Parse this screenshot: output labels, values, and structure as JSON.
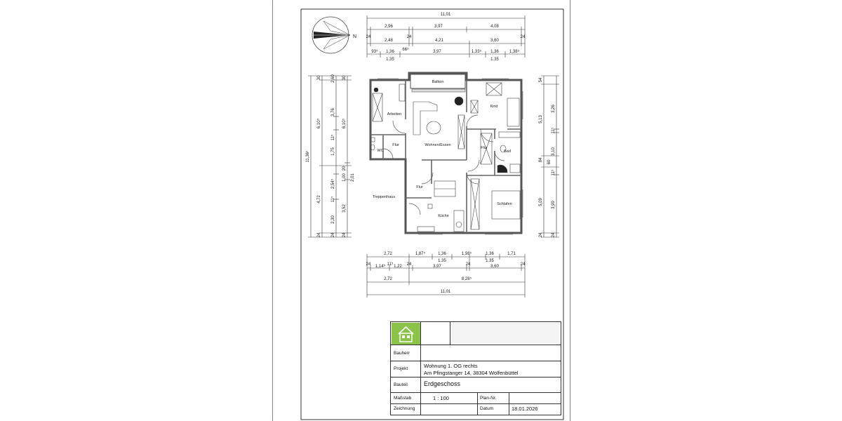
{
  "dimensions": {
    "top": {
      "row1": [
        "11,01"
      ],
      "row2": [
        "24",
        "2,96",
        "24",
        "3,97",
        "4,08",
        "24"
      ],
      "row3": [
        "2,48",
        "4,21",
        "3,60"
      ],
      "row4": [
        "93⁵",
        "1,36",
        "66⁵",
        "3,97",
        "1,33⁵",
        "1,36",
        "1,38⁵"
      ],
      "row4b": [
        "1.35",
        "1.35"
      ]
    },
    "bottom": {
      "row1": [
        "2,72",
        "1,87⁵",
        "1,36",
        "1,98⁵",
        "1,36",
        "1,71"
      ],
      "row1b": [
        "1.35",
        "1.35"
      ],
      "row2": [
        "24",
        "1,14⁵",
        "11⁵",
        "1,22",
        "24",
        "3,97",
        "24",
        "3,60",
        "24"
      ],
      "row3": [
        "2,72",
        "8,28⁵"
      ],
      "row4": [
        "11,01"
      ]
    },
    "left": {
      "col1": [
        "11,36⁵"
      ],
      "col2": [
        "30",
        "6,10⁵",
        "4,72",
        "24"
      ],
      "col3": [
        "2,60",
        "3,76",
        "11⁵",
        "1,75",
        "2,54⁵",
        "11⁵",
        "2,30",
        "24"
      ],
      "col4": [
        "30",
        "6,10⁵",
        "20",
        "1,00",
        "2,01",
        "3,52",
        "24"
      ]
    },
    "right": {
      "col1": [
        "54",
        "5,13",
        "84",
        "5,09",
        "24"
      ],
      "col2": [
        "3,26",
        "11⁵",
        "3,10",
        "60",
        "11⁵",
        "3,99",
        "24"
      ]
    }
  },
  "rooms": {
    "arbeiten": "Arbeiten",
    "wc": "WC",
    "flur_left": "Flur",
    "wohnen": "Wohnen/Essen",
    "balkon": "Balkon",
    "kind": "Kind",
    "flur_right": "Flur",
    "bad": "Bad",
    "flur_mid": "Flur",
    "kueche": "Küche",
    "schlafen": "Schlafen",
    "treppenhaus": "Treppenhaus"
  },
  "compass": {
    "north_label": "N"
  },
  "title_block": {
    "bauherr_label": "Bauherr",
    "bauherr_value": "",
    "projekt_label": "Projekt",
    "projekt_line1": "Wohnung 1. OG rechts",
    "projekt_line2": "Am Pfingstanger 14, 38304 Wolfenbüttel",
    "bauteil_label": "Bauteil",
    "bauteil_value": "Erdgeschoss",
    "massstab_label": "Maßstab",
    "massstab_value": "1 : 100",
    "plannr_label": "Plan-Nr.",
    "plannr_value": "",
    "zeichnung_label": "Zeichnung",
    "datum_label": "Datum",
    "datum_value": "18.01.2026",
    "logo_color": "#8bc34a"
  },
  "colors": {
    "wall": "#555555",
    "line": "#333333",
    "logo_bg": "#8bc34a"
  }
}
